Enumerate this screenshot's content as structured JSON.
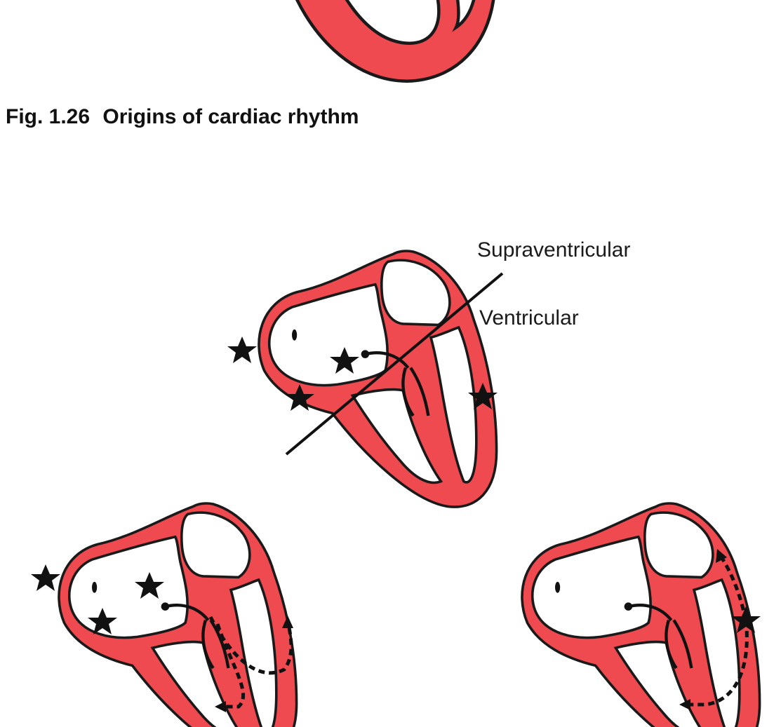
{
  "figure": {
    "number": "Fig. 1.26",
    "title": "Origins of cardiac rhythm"
  },
  "labels": {
    "upper": "Supraventricular",
    "lower": "Ventricular"
  },
  "colors": {
    "myocardium": "#ee4a4f",
    "outline": "#1a1a1a",
    "background": "#ffffff"
  },
  "icons": [
    "star-icon",
    "arrow-icon",
    "sinoatrial-node-icon",
    "av-node-icon"
  ]
}
